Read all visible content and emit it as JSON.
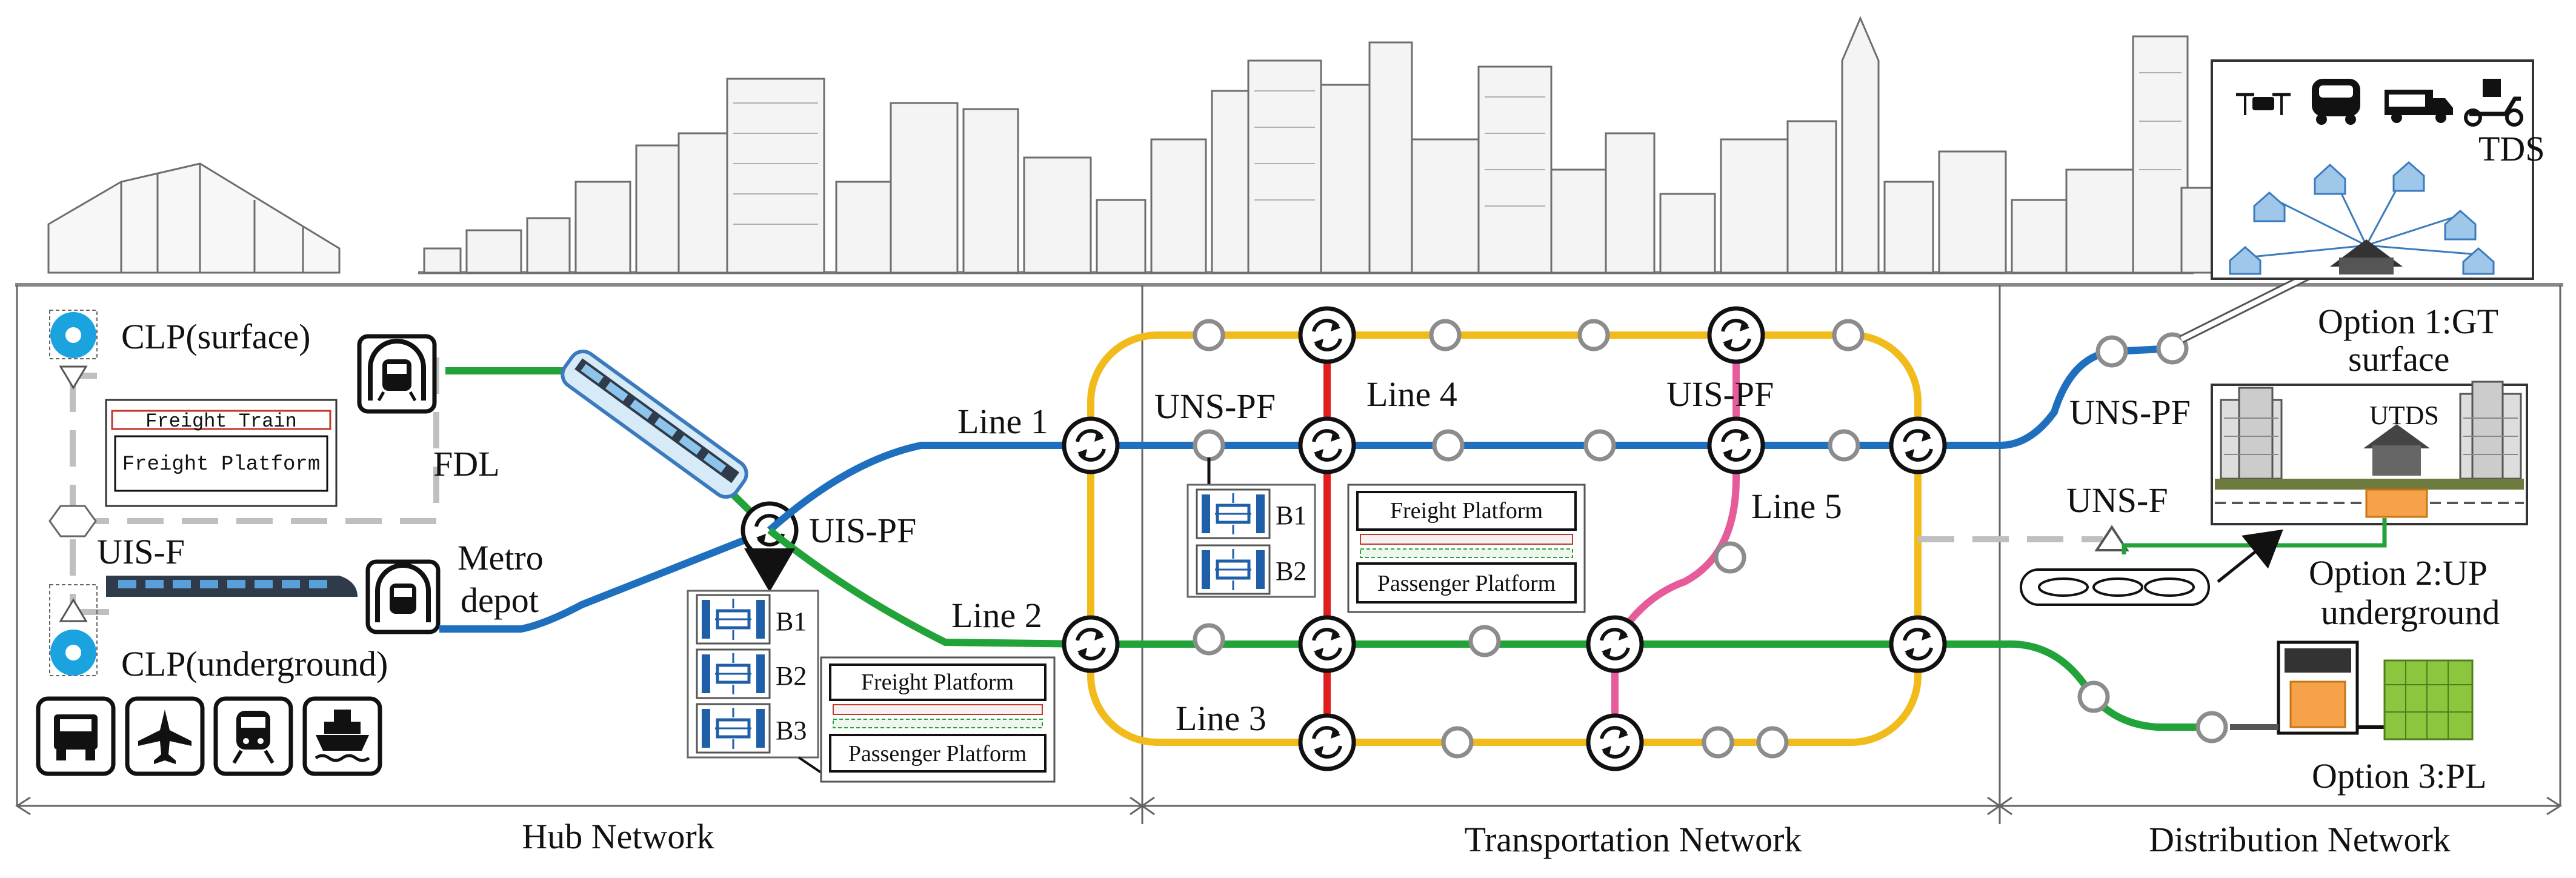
{
  "colors": {
    "line1": "#1f6fbf",
    "line2": "#22a33a",
    "line3": "#f2bb1c",
    "line4": "#e01e1e",
    "line5": "#e65c9a",
    "clp_icon": "#1aa3df",
    "freight_line": "#bfbfbf",
    "skyline": "#6e6e6e"
  },
  "hub": {
    "clp_surface": "CLP(surface)",
    "clp_underground": "CLP(underground)",
    "freight_train": "Freight Train",
    "freight_platform": "Freight Platform",
    "fdl": "FDL",
    "uis_f": "UIS-F",
    "metro_depot_line1": "Metro",
    "metro_depot_line2": "depot",
    "uis_pf": "UIS-PF",
    "transport_icons": [
      "truck-icon",
      "airplane-icon",
      "train-icon",
      "ship-icon"
    ]
  },
  "platform_box": {
    "b1": "B1",
    "b2": "B2",
    "b3": "B3",
    "freight_platform": "Freight Platform",
    "passenger_platform": "Passenger Platform"
  },
  "transport": {
    "line1": "Line 1",
    "line2": "Line 2",
    "line3": "Line 3",
    "line4": "Line 4",
    "line5": "Line 5",
    "uns_pf": "UNS-PF",
    "uis_pf": "UIS-PF",
    "b1": "B1",
    "b2": "B2",
    "freight_platform": "Freight Platform",
    "passenger_platform": "Passenger Platform"
  },
  "distribution": {
    "uns_pf": "UNS-PF",
    "uns_f": "UNS-F",
    "tds": "TDS",
    "utds": "UTDS",
    "option1_line1": "Option 1:GT",
    "option1_line2": "surface",
    "option2_line1": "Option 2:UP",
    "option2_line2": "underground",
    "option3": "Option 3:PL",
    "tds_icons": [
      "drone-icon",
      "autonomous-vehicle-icon",
      "delivery-van-icon",
      "scooter-icon"
    ]
  },
  "sections": {
    "hub": "Hub Network",
    "transportation": "Transportation Network",
    "distribution": "Distribution Network"
  }
}
